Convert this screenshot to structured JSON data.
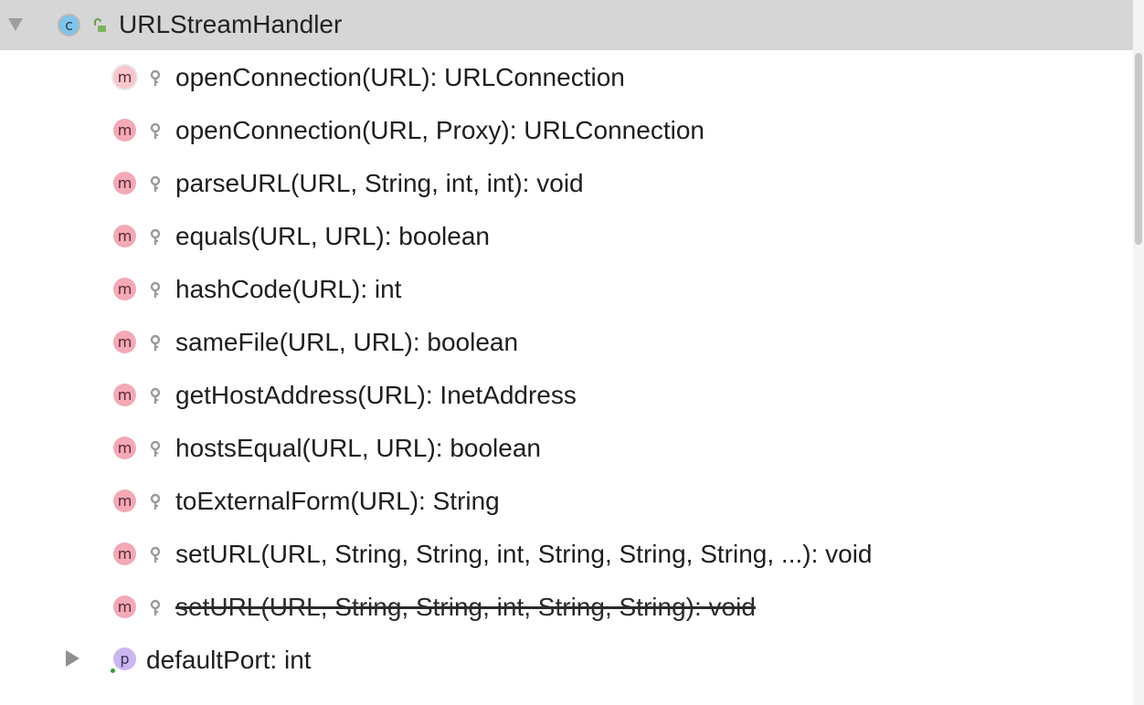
{
  "tree": {
    "class_node": {
      "badge_letter": "c",
      "name": "URLStreamHandler",
      "expanded": true
    },
    "methods": [
      {
        "badge_letter": "m",
        "signature": "openConnection(URL): URLConnection",
        "deprecated": false
      },
      {
        "badge_letter": "m",
        "signature": "openConnection(URL, Proxy): URLConnection",
        "deprecated": false
      },
      {
        "badge_letter": "m",
        "signature": "parseURL(URL, String, int, int): void",
        "deprecated": false
      },
      {
        "badge_letter": "m",
        "signature": "equals(URL, URL): boolean",
        "deprecated": false
      },
      {
        "badge_letter": "m",
        "signature": "hashCode(URL): int",
        "deprecated": false
      },
      {
        "badge_letter": "m",
        "signature": "sameFile(URL, URL): boolean",
        "deprecated": false
      },
      {
        "badge_letter": "m",
        "signature": "getHostAddress(URL): InetAddress",
        "deprecated": false
      },
      {
        "badge_letter": "m",
        "signature": "hostsEqual(URL, URL): boolean",
        "deprecated": false
      },
      {
        "badge_letter": "m",
        "signature": "toExternalForm(URL): String",
        "deprecated": false
      },
      {
        "badge_letter": "m",
        "signature": "setURL(URL, String, String, int, String, String, String, ...): void",
        "deprecated": false
      },
      {
        "badge_letter": "m",
        "signature": "setURL(URL, String, String, int, String, String): void",
        "deprecated": true
      }
    ],
    "property_node": {
      "badge_letter": "p",
      "signature": "defaultPort: int",
      "expanded": false
    }
  },
  "colors": {
    "header_background": "#d6d6d6",
    "class_badge": "#7fc4ea",
    "method_badge": "#f3a9b6",
    "property_badge": "#cbb6ef",
    "public_marker": "#3e9a3e",
    "protected_key": "#9a9a9a"
  },
  "icons": {
    "expand_arrow": "chevron-down-icon",
    "collapse_arrow": "chevron-right-icon",
    "visibility_class": "open-lock-icon",
    "visibility_method": "protected-key-icon"
  }
}
